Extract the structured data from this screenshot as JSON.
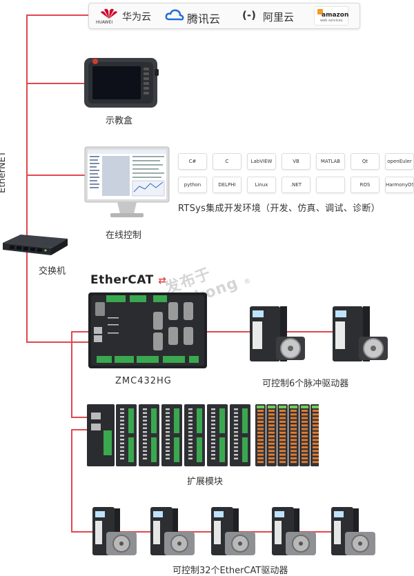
{
  "clouds": {
    "huawei": {
      "name": "华为云",
      "logo_text": "HUAWEI"
    },
    "tencent": {
      "name": "腾讯云"
    },
    "aliyun": {
      "name": "阿里云",
      "logo_text": "(-)"
    },
    "amazon": {
      "name": "amazon",
      "sub": "web services"
    }
  },
  "nodes": {
    "teach_pendant": "示教盒",
    "online_control": "在线控制",
    "switch": "交换机",
    "controller": "ZMC432HG",
    "pulse_drives": "可控制6个脉冲驱动器",
    "expansion": "扩展模块",
    "ethercat_drives": "可控制32个EtherCAT驱动器"
  },
  "network_label": "EtherNET",
  "rtsys_label": "RTSys集成开发环境（开发、仿真、调试、诊断）",
  "ethercat_logo": "EtherCAT",
  "watermark": {
    "line1": "发布于",
    "line2": "gkong"
  },
  "tiles": [
    "C#",
    "C",
    "LabVIEW",
    "VB",
    "MATLAB",
    "Qt",
    "openEuler",
    "python",
    "DELPHI",
    "Linux",
    ".NET",
    "",
    "ROS",
    "HarmonyOS"
  ],
  "colors": {
    "line": "#e0474c",
    "huawei": "#cf0a2c",
    "tencent": "#1f6fd1",
    "aliyun": "#333333",
    "amazon": "#f59a23"
  }
}
